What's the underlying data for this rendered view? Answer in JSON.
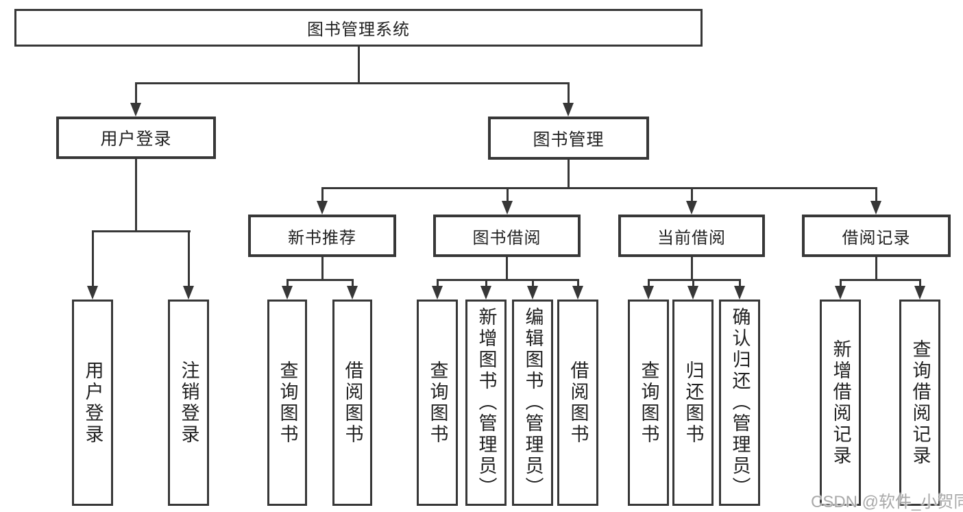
{
  "colors": {
    "line": "#373737",
    "box_border": "#373737",
    "text": "#212121",
    "watermark": "#a9a9a9",
    "background": "#ffffff"
  },
  "watermark": "CSDN @软件_小贺同学",
  "tree": {
    "root": "图书管理系统",
    "branches": [
      {
        "label": "用户登录",
        "children": [
          "用户登录",
          "注销登录"
        ]
      },
      {
        "label": "图书管理",
        "sections": [
          {
            "label": "新书推荐",
            "children": [
              "查询图书",
              "借阅图书"
            ]
          },
          {
            "label": "图书借阅",
            "children": [
              "查询图书",
              "新增图书（管理员）",
              "编辑图书（管理员）",
              "借阅图书"
            ]
          },
          {
            "label": "当前借阅",
            "children": [
              "查询图书",
              "归还图书",
              "确认归还（管理员）"
            ]
          },
          {
            "label": "借阅记录",
            "children": [
              "新增借阅记录",
              "查询借阅记录"
            ]
          }
        ]
      }
    ]
  }
}
